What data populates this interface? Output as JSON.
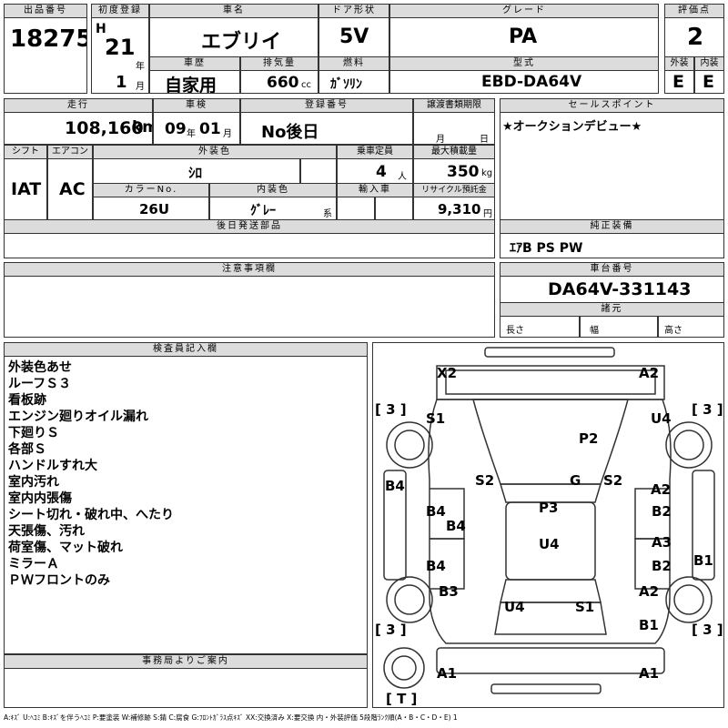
{
  "headers": {
    "lot_no": "出品番号",
    "first_reg": "初度登録",
    "car_name": "車名",
    "door_type": "ドア形状",
    "grade": "グレード",
    "score": "評価点",
    "history": "車歴",
    "displacement": "排気量",
    "fuel": "燃料",
    "model_code": "型式",
    "exterior": "外装",
    "interior": "内装",
    "mileage": "走行",
    "inspection": "車検",
    "reg_no": "登録番号",
    "transfer_deadline": "譲渡書類期限",
    "sales_point": "セールスポイント",
    "shift": "シフト",
    "aircon": "エアコン",
    "ext_color": "外装色",
    "capacity": "乗車定員",
    "max_load": "最大積載量",
    "color_no": "カラーNo.",
    "int_color": "内装色",
    "import": "輸入車",
    "recycle": "リサイクル預託金",
    "later_parts": "後日発送部品",
    "genuine_equipment": "純正装備",
    "caution": "注意事項欄",
    "chassis_no": "車台番号",
    "specs": "諸元",
    "inspector_notes": "検査員記入欄",
    "office_notice": "事務局よりご案内"
  },
  "vehicle": {
    "lot_no": "18275",
    "era": "H",
    "year": "21",
    "year_unit": "年",
    "month": "1",
    "month_unit": "月",
    "car_name": "エブリイ",
    "door_type": "5V",
    "grade": "PA",
    "score": "2",
    "history": "自家用",
    "displacement": "660",
    "displacement_unit": "cc",
    "fuel": "ｶﾞｿﾘﾝ",
    "model_code": "EBD-DA64V",
    "exterior_grade": "E",
    "interior_grade": "E",
    "mileage": "108,160",
    "mileage_unit": "km",
    "inspection_year": "09",
    "inspection_year_unit": "年",
    "inspection_month": "01",
    "inspection_month_unit": "月",
    "reg_no": "No後日",
    "deadline_month_unit": "月",
    "deadline_day_unit": "日",
    "sales_point": "★オークションデビュー★",
    "shift": "IAT",
    "aircon": "AC",
    "ext_color": "ｼﾛ",
    "capacity": "4",
    "capacity_unit": "人",
    "max_load": "350",
    "max_load_unit": "kg",
    "color_no": "26U",
    "int_color": "ｸﾞﾚｰ",
    "int_color_unit": "系",
    "recycle_fee": "9,310",
    "recycle_unit": "円",
    "genuine_equipment": "ｴｱB PS PW",
    "chassis_no": "DA64V-331143",
    "length_label": "長さ",
    "width_label": "幅",
    "height_label": "高さ"
  },
  "inspector_notes": [
    "外装色あせ",
    "ルーフＳ３",
    "看板跡",
    "エンジン廻りオイル漏れ",
    "下廻りＳ",
    "各部Ｓ",
    "ハンドルすれ大",
    "室内汚れ",
    "室内内張傷",
    "シート切れ・破れ中、へたり",
    "天張傷、汚れ",
    "荷室傷、マット破れ",
    "ミラーＡ",
    "ＰＷフロントのみ"
  ],
  "diagram_labels": {
    "x2": "X2",
    "a2_top": "A2",
    "tire_tl": "[ 3 ]",
    "tire_tr": "[ 3 ]",
    "tire_bl": "[ 3 ]",
    "tire_br": "[ 3 ]",
    "s1_left": "S1",
    "u4_right": "U4",
    "p2": "P2",
    "b4_left": "B4",
    "s2_left": "S2",
    "g": "G",
    "s2_right": "S2",
    "a2_right": "A2",
    "b4_a": "B4",
    "p3": "P3",
    "b2_a": "B2",
    "b4_b": "B4",
    "a3": "A3",
    "u4_mid": "U4",
    "b1_right": "B1",
    "b4_c": "B4",
    "b2_b": "B2",
    "b3": "B3",
    "a2_low": "A2",
    "u4_low": "U4",
    "s1_low": "S1",
    "b1_low": "B1",
    "a1_left": "A1",
    "a1_right": "A1",
    "spare": "[ T ]"
  },
  "legend": "A:ｷｽﾞ  U:ﾍｺﾐ  B:ｷｽﾞを伴うﾍｺﾐ  P:要塗装  W:補修跡  S:錆  C:腐食  G:ﾌﾛﾝﾄｶﾞﾗｽ点ｷｽﾞ  XX:交換済み  X:要交換   内・外装評価  5段階ﾗﾝｸ順(A・B・C・D・E) 1"
}
